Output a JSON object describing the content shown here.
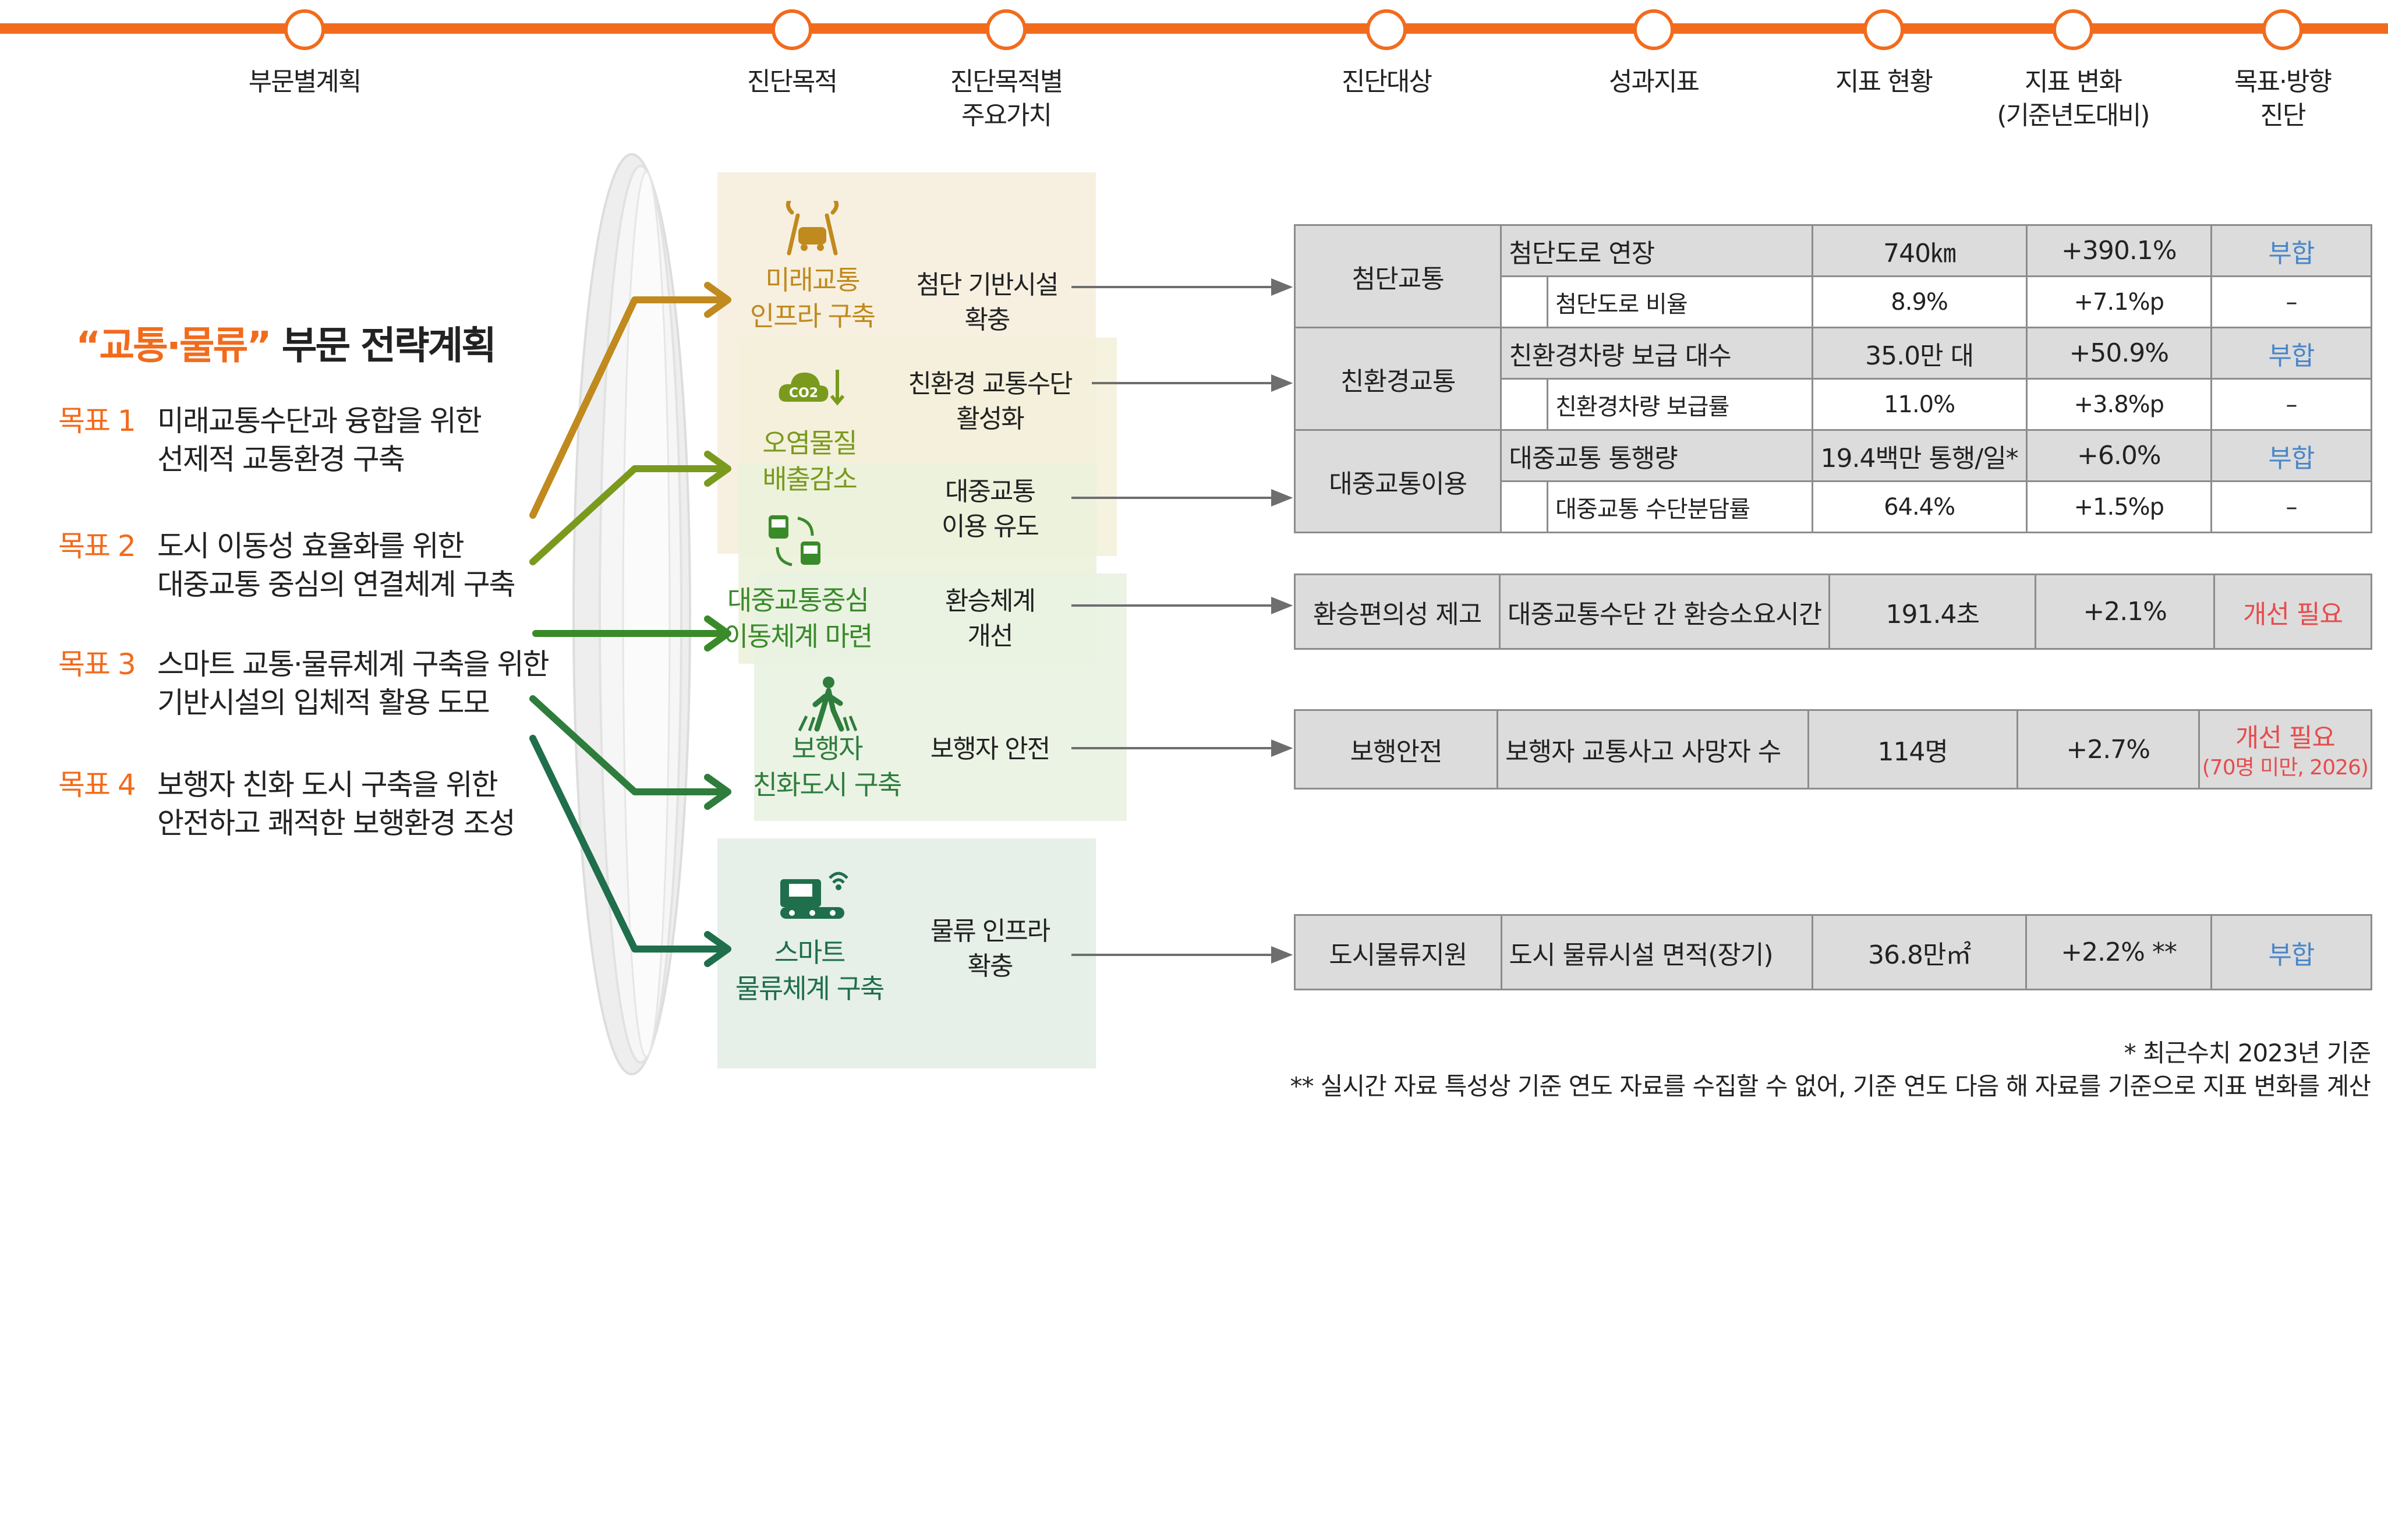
{
  "colors": {
    "accent": "#f26b1d",
    "gold": "#c08a1e",
    "olive": "#7a9a1e",
    "green": "#3a8a2a",
    "teal": "#1f6e4c",
    "ok": "#4a86c8",
    "bad": "#e74c4c"
  },
  "timeline": [
    "부문별계획",
    "진단목적",
    "진단목적별\n주요가치",
    "진단대상",
    "성과지표",
    "지표 현황",
    "지표 변화\n(기준년도대비)",
    "목표·방향\n진단"
  ],
  "left": {
    "title_q1": "“",
    "title_key": "교통·물류",
    "title_q2": "”",
    "title_rest": "부문 전략계획",
    "goals": [
      {
        "tag": "목표 1",
        "text": "미래교통수단과 융합을 위한\n선제적 교통환경 구축"
      },
      {
        "tag": "목표 2",
        "text": "도시 이동성 효율화를 위한\n대중교통 중심의 연결체계 구축"
      },
      {
        "tag": "목표 3",
        "text": "스마트 교통·물류체계 구축을 위한\n기반시설의 입체적 활용 도모"
      },
      {
        "tag": "목표 4",
        "text": "보행자 친화 도시 구축을 위한\n안전하고 쾌적한 보행환경 조성"
      }
    ]
  },
  "categories": [
    {
      "name": "미래교통\n인프라 구축",
      "icon": "smart-car-icon"
    },
    {
      "name": "오염물질\n배출감소",
      "icon": "co2-icon"
    },
    {
      "name": "대중교통중심\n이동체계 마련",
      "icon": "bus-transfer-icon"
    },
    {
      "name": "보행자\n친화도시 구축",
      "icon": "pedestrian-icon"
    },
    {
      "name": "스마트\n물류체계 구축",
      "icon": "logistics-icon"
    }
  ],
  "values": [
    "첨단 기반시설\n확충",
    "친환경 교통수단\n활성화",
    "대중교통\n이용 유도",
    "환승체계\n개선",
    "보행자 안전",
    "물류 인프라\n확충"
  ],
  "tables": {
    "t1": [
      {
        "target": "첨단교통",
        "ind": "첨단도로 연장",
        "cur": "740㎞",
        "chg": "+390.1%",
        "res": "부합",
        "sub": {
          "ind": "첨단도로 비율",
          "cur": "8.9%",
          "chg": "+7.1%p",
          "res": "–"
        }
      },
      {
        "target": "친환경교통",
        "ind": "친환경차량 보급 대수",
        "cur": "35.0만 대",
        "chg": "+50.9%",
        "res": "부합",
        "sub": {
          "ind": "친환경차량 보급률",
          "cur": "11.0%",
          "chg": "+3.8%p",
          "res": "–"
        }
      },
      {
        "target": "대중교통이용",
        "ind": "대중교통 통행량",
        "cur": "19.4백만 통행/일*",
        "chg": "+6.0%",
        "res": "부합",
        "sub": {
          "ind": "대중교통 수단분담률",
          "cur": "64.4%",
          "chg": "+1.5%p",
          "res": "–"
        }
      }
    ],
    "t2": {
      "target": "환승편의성 제고",
      "ind": "대중교통수단 간 환승소요시간",
      "cur": "191.4초",
      "chg": "+2.1%",
      "res": "개선 필요"
    },
    "t3": {
      "target": "보행안전",
      "ind": "보행자 교통사고 사망자 수",
      "cur": "114명",
      "chg": "+2.7%",
      "res": "개선 필요",
      "res2": "(70명 미만, 2026)"
    },
    "t4": {
      "target": "도시물류지원",
      "ind": "도시 물류시설 면적(장기)",
      "cur": "36.8만㎡",
      "chg": "+2.2% **",
      "res": "부합"
    }
  },
  "notes": [
    "* 최근수치 2023년 기준",
    "** 실시간 자료 특성상 기준 연도 자료를 수집할 수 없어, 기준 연도 다음 해 자료를 기준으로 지표 변화를 계산"
  ]
}
